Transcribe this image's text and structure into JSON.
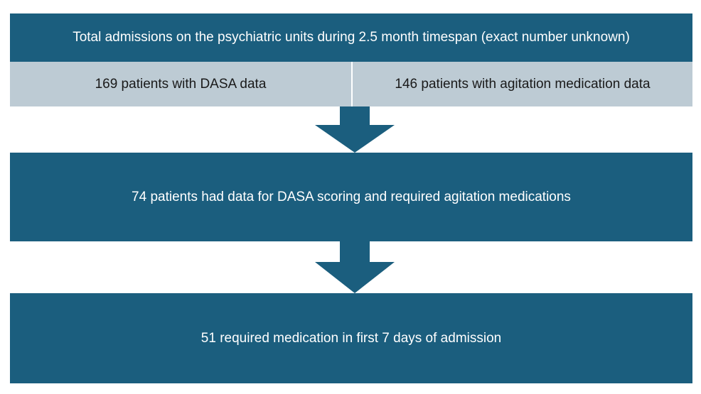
{
  "diagram": {
    "type": "flowchart",
    "orientation": "top-to-bottom",
    "colors": {
      "primary": "#1b5e7e",
      "secondary": "#bdcbd4",
      "primary_text": "#ffffff",
      "secondary_text": "#1a1a1a",
      "background": "#ffffff"
    },
    "nodes": [
      {
        "id": "total-admissions",
        "label": "Total admissions on the psychiatric units during 2.5 month timespan (exact number unknown)",
        "style": "primary"
      },
      {
        "id": "dasa-data",
        "label": "169 patients with DASA data",
        "style": "secondary",
        "count": 169
      },
      {
        "id": "agitation-data",
        "label": "146 patients with agitation medication data",
        "style": "secondary",
        "count": 146
      },
      {
        "id": "dasa-and-meds",
        "label": "74 patients had data for DASA scoring and required agitation medications",
        "style": "primary",
        "count": 74
      },
      {
        "id": "first-7-days",
        "label": "51 required medication in first 7 days of admission",
        "style": "primary",
        "count": 51
      }
    ],
    "connectors": [
      {
        "id": "arrow-1",
        "from": "split-row",
        "to": "dasa-and-meds",
        "shape": "down-arrow"
      },
      {
        "id": "arrow-2",
        "from": "dasa-and-meds",
        "to": "first-7-days",
        "shape": "down-arrow"
      }
    ]
  }
}
